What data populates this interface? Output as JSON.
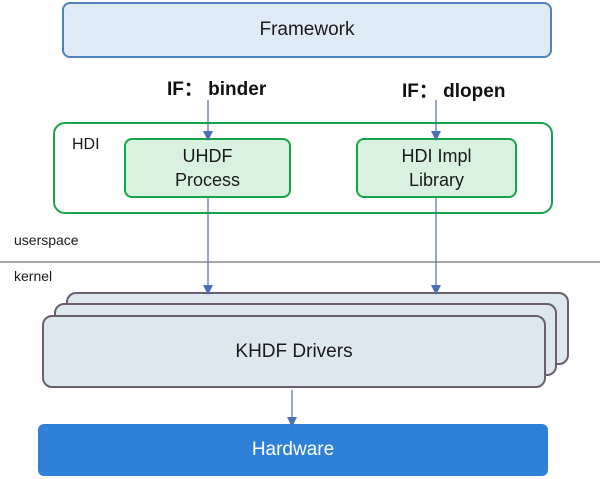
{
  "framework": {
    "label": "Framework"
  },
  "interfaces": {
    "binder": "IF： binder",
    "dlopen": "IF： dlopen"
  },
  "hdi": {
    "label": "HDI",
    "uhdf_process": {
      "line1": "UHDF",
      "line2": "Process"
    },
    "hdi_impl_library": {
      "line1": "HDI Impl",
      "line2": "Library"
    }
  },
  "layers": {
    "userspace": "userspace",
    "kernel": "kernel"
  },
  "khdf": {
    "label": "KHDF Drivers"
  },
  "hardware": {
    "label": "Hardware"
  },
  "colors": {
    "framework_fill": "#deebf7",
    "framework_border": "#4f81bd",
    "hdi_border": "#16a34a",
    "hdi_fill": "#d9f2e0",
    "khdf_fill": "#dde8ee",
    "khdf_border": "#6b5f6f",
    "hardware_fill": "#2f80d8",
    "arrow": "#4a6fb5"
  }
}
